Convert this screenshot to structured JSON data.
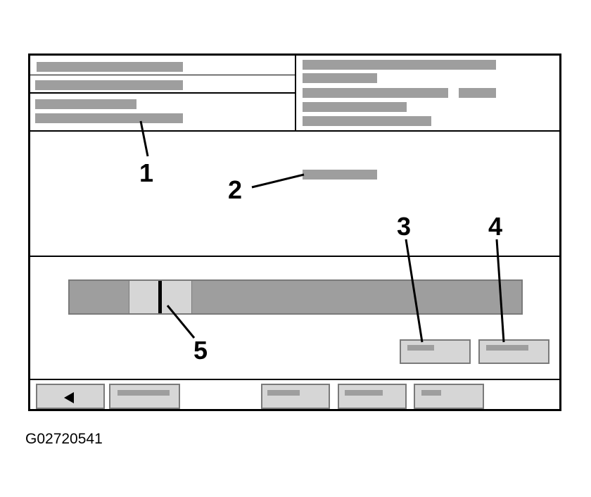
{
  "figure_id": "G02720541",
  "callouts": [
    "1",
    "2",
    "3",
    "4",
    "5"
  ],
  "slider": {
    "handle_position": 0.2,
    "colors": {
      "track": "#9e9e9e",
      "window": "#d6d6d6",
      "handle": "#000000"
    }
  },
  "icons": {
    "back": "left-triangle-icon"
  },
  "colors": {
    "placeholder": "#9e9e9e",
    "button_face": "#d6d6d6",
    "frame": "#000000"
  }
}
